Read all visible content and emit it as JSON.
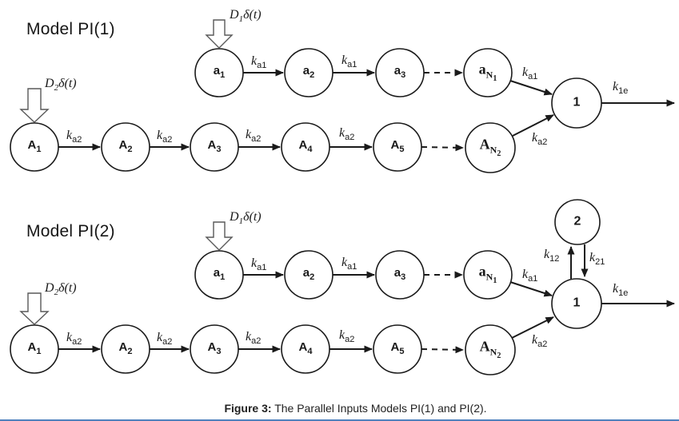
{
  "labels": {
    "model1_title": "Model PI(1)",
    "model2_title": "Model PI(2)"
  },
  "inputs": {
    "d1": {
      "base": "D",
      "sub": "1",
      "rest": "δ(t)"
    },
    "d2": {
      "base": "D",
      "sub": "2",
      "rest": "δ(t)"
    }
  },
  "nodes": {
    "a1": {
      "base": "a",
      "sub": "1"
    },
    "a2": {
      "base": "a",
      "sub": "2"
    },
    "a3": {
      "base": "a",
      "sub": "3"
    },
    "aN1": {
      "base": "a",
      "sub": "N",
      "subsub": "1"
    },
    "A1": {
      "base": "A",
      "sub": "1"
    },
    "A2": {
      "base": "A",
      "sub": "2"
    },
    "A3": {
      "base": "A",
      "sub": "3"
    },
    "A4": {
      "base": "A",
      "sub": "4"
    },
    "A5": {
      "base": "A",
      "sub": "5"
    },
    "AN2": {
      "base": "A",
      "sub": "N",
      "subsub": "2"
    },
    "c1": "1",
    "c2": "2"
  },
  "rates": {
    "ka1": {
      "base": "k",
      "sub": "a1"
    },
    "ka2": {
      "base": "k",
      "sub": "a2"
    },
    "k1e": {
      "base": "k",
      "sub": "1e"
    },
    "k12": {
      "base": "k",
      "sub": "12"
    },
    "k21": {
      "base": "k",
      "sub": "21"
    }
  },
  "caption": {
    "label": "Figure 3:",
    "text": " The Parallel Inputs Models PI(1) and PI(2)."
  },
  "colors": {
    "line": "#1a1a1a",
    "block_arrow_outline": "#595959",
    "footer_rule": "#4f81bd"
  }
}
